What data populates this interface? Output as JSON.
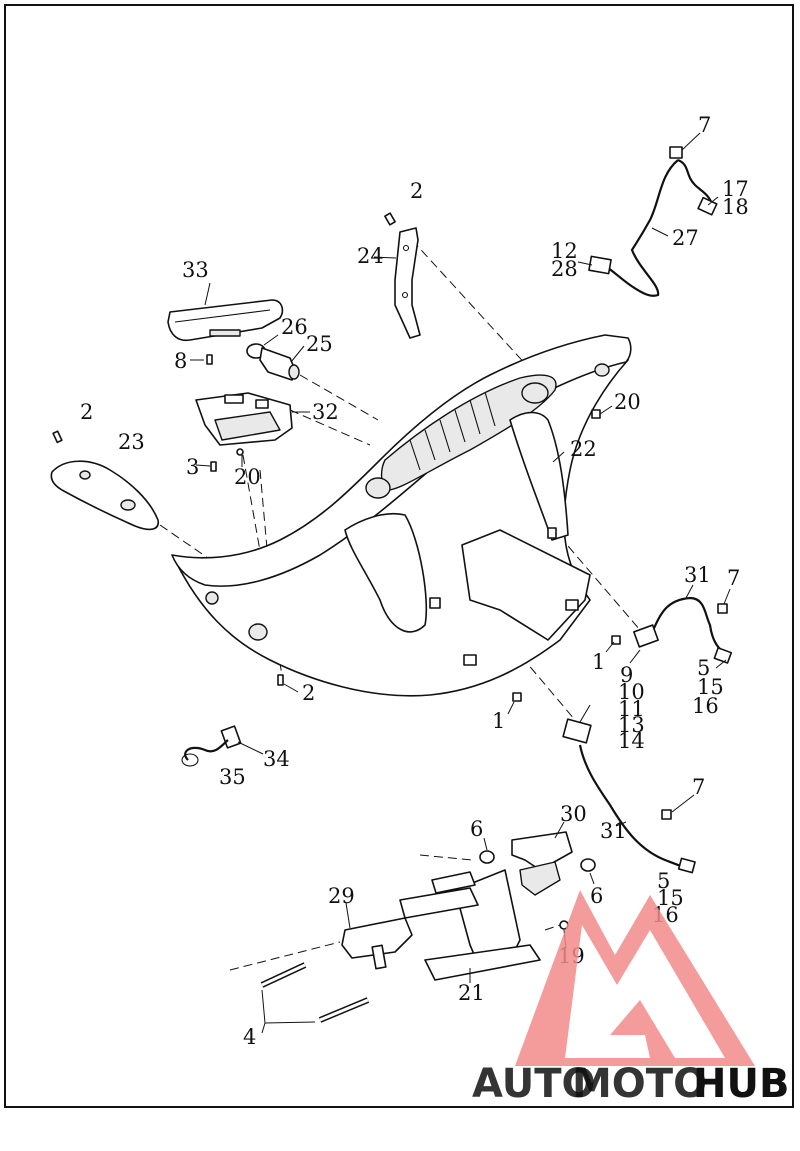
{
  "callouts": {
    "c7_top": "7",
    "c17": "17",
    "c18": "18",
    "c2_top": "2",
    "c27": "27",
    "c12": "12",
    "c28": "28",
    "c24": "24",
    "c33": "33",
    "c26": "26",
    "c25": "25",
    "c8": "8",
    "c20_right": "20",
    "c2_left": "2",
    "c32": "32",
    "c23": "23",
    "c22": "22",
    "c3": "3",
    "c20_left": "20",
    "c31_mid": "31",
    "c7_mid": "7",
    "c1_right": "1",
    "c9": "9",
    "c5_mid": "5",
    "c15_mid": "15",
    "c10": "10",
    "c16_mid": "16",
    "c11": "11",
    "c2_bottom": "2",
    "c1_left": "1",
    "c13": "13",
    "c14": "14",
    "c34": "34",
    "c35": "35",
    "c7_low": "7",
    "c30": "30",
    "c6_top": "6",
    "c31_low": "31",
    "c5_low": "5",
    "c29": "29",
    "c6_right": "6",
    "c15_low": "15",
    "c16_low": "16",
    "c19": "19",
    "c21": "21",
    "c4": "4"
  },
  "watermark": {
    "part_auto": "AUTO",
    "part_moto": "MOTO",
    "part_hub": "HUB",
    "logo_color": "#f28b8b",
    "moto_color": "#f07a3a",
    "hub_color": "#9a9a9a"
  }
}
